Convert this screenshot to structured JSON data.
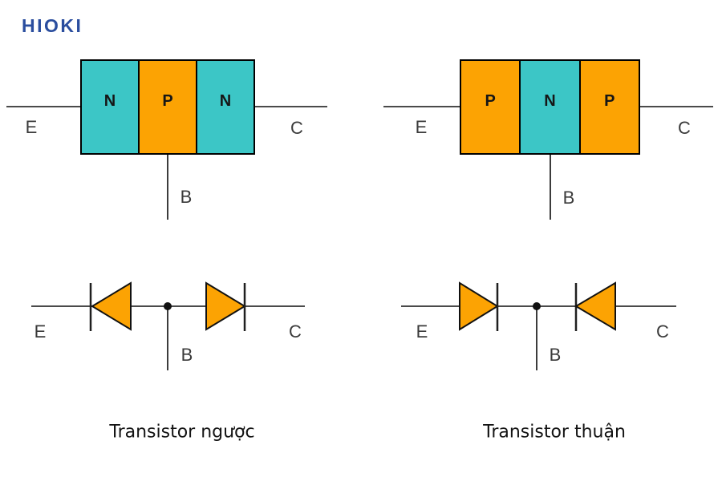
{
  "logo": {
    "text": "HIOKI",
    "color": "#2a4d9e"
  },
  "colors": {
    "n_region": "#3cc6c6",
    "p_region": "#fca303",
    "line": "#4a4a4a",
    "outline": "#000000"
  },
  "diagrams": {
    "npn_block": {
      "segments": [
        "N",
        "P",
        "N"
      ],
      "emitter": "E",
      "base": "B",
      "collector": "C"
    },
    "pnp_block": {
      "segments": [
        "P",
        "N",
        "P"
      ],
      "emitter": "E",
      "base": "B",
      "collector": "C"
    },
    "npn_diode": {
      "emitter": "E",
      "base": "B",
      "collector": "C"
    },
    "pnp_diode": {
      "emitter": "E",
      "base": "B",
      "collector": "C"
    }
  },
  "captions": {
    "left": "Transistor ngược",
    "right": "Transistor thuận"
  }
}
